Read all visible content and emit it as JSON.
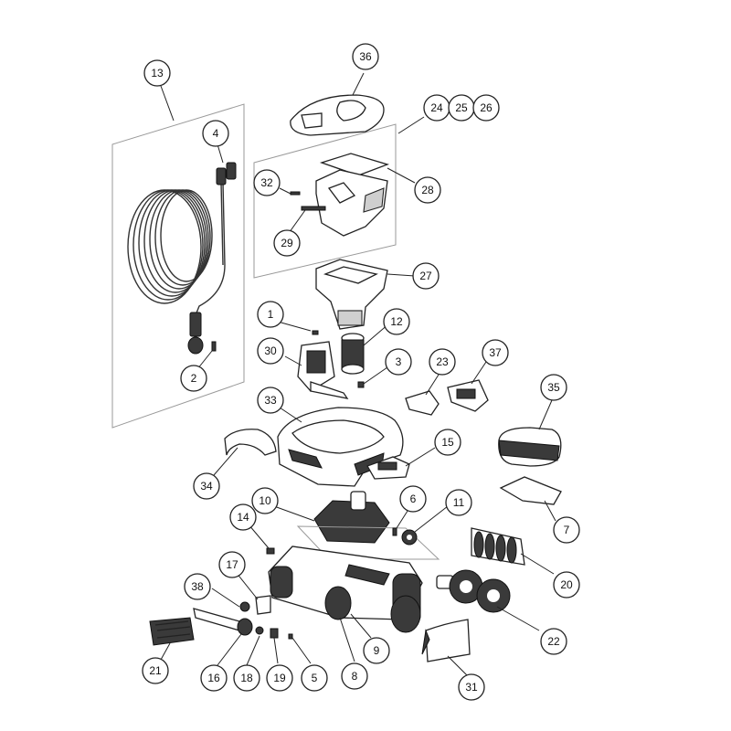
{
  "diagram": {
    "callouts": [
      {
        "id": "c13",
        "label": "13"
      },
      {
        "id": "c4",
        "label": "4"
      },
      {
        "id": "c2",
        "label": "2"
      },
      {
        "id": "c36",
        "label": "36"
      },
      {
        "id": "c24",
        "label": "24"
      },
      {
        "id": "c25",
        "label": "25"
      },
      {
        "id": "c26",
        "label": "26"
      },
      {
        "id": "c32",
        "label": "32"
      },
      {
        "id": "c28",
        "label": "28"
      },
      {
        "id": "c29",
        "label": "29"
      },
      {
        "id": "c27",
        "label": "27"
      },
      {
        "id": "c1",
        "label": "1"
      },
      {
        "id": "c12",
        "label": "12"
      },
      {
        "id": "c30",
        "label": "30"
      },
      {
        "id": "c3",
        "label": "3"
      },
      {
        "id": "c23",
        "label": "23"
      },
      {
        "id": "c37",
        "label": "37"
      },
      {
        "id": "c35",
        "label": "35"
      },
      {
        "id": "c33",
        "label": "33"
      },
      {
        "id": "c15",
        "label": "15"
      },
      {
        "id": "c34",
        "label": "34"
      },
      {
        "id": "c7",
        "label": "7"
      },
      {
        "id": "c10",
        "label": "10"
      },
      {
        "id": "c6",
        "label": "6"
      },
      {
        "id": "c11",
        "label": "11"
      },
      {
        "id": "c14",
        "label": "14"
      },
      {
        "id": "c20",
        "label": "20"
      },
      {
        "id": "c17",
        "label": "17"
      },
      {
        "id": "c38",
        "label": "38"
      },
      {
        "id": "c22",
        "label": "22"
      },
      {
        "id": "c21",
        "label": "21"
      },
      {
        "id": "c16",
        "label": "16"
      },
      {
        "id": "c18",
        "label": "18"
      },
      {
        "id": "c19",
        "label": "19"
      },
      {
        "id": "c5",
        "label": "5"
      },
      {
        "id": "c8",
        "label": "8"
      },
      {
        "id": "c9",
        "label": "9"
      },
      {
        "id": "c31",
        "label": "31"
      }
    ]
  }
}
